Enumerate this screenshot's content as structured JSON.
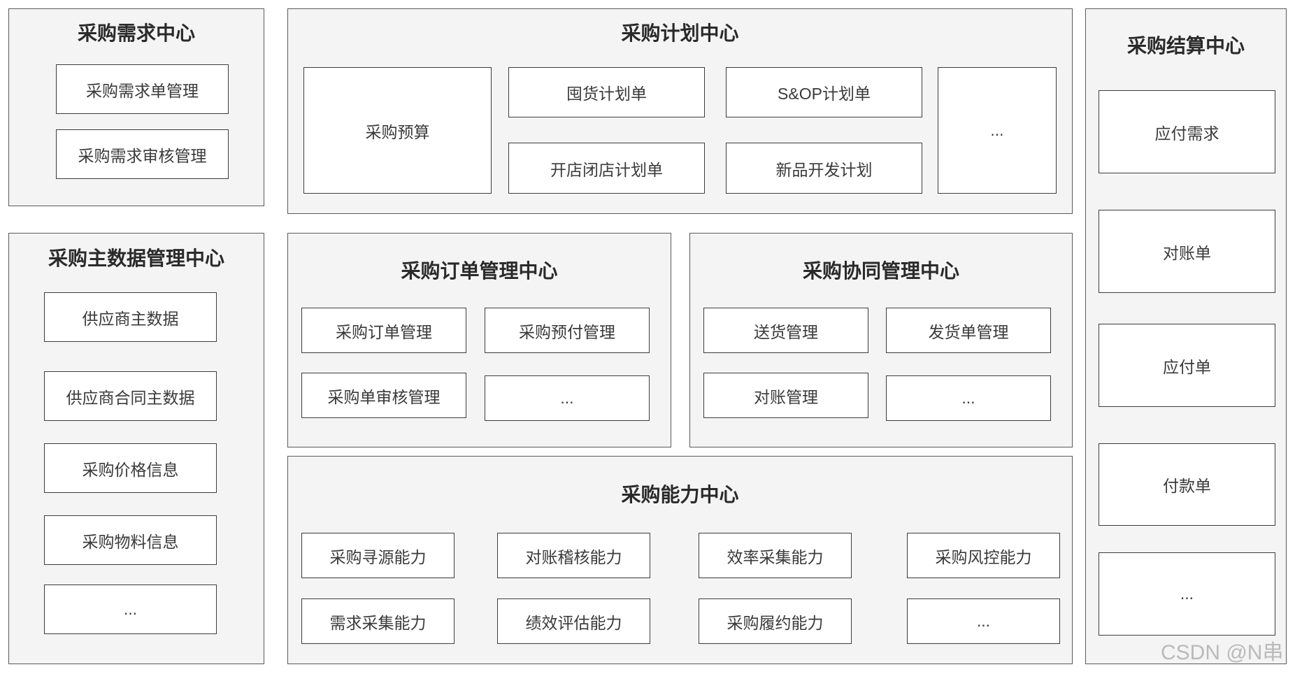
{
  "demand_center": {
    "title": "采购需求中心",
    "items": [
      "采购需求单管理",
      "采购需求审核管理"
    ]
  },
  "plan_center": {
    "title": "采购计划中心",
    "items": [
      "采购预算",
      "囤货计划单",
      "S&OP计划单",
      "...",
      "开店闭店计划单",
      "新品开发计划"
    ]
  },
  "settlement_center": {
    "title": "采购结算中心",
    "items": [
      "应付需求",
      "对账单",
      "应付单",
      "付款单",
      "..."
    ]
  },
  "master_data_center": {
    "title": "采购主数据管理中心",
    "items": [
      "供应商主数据",
      "供应商合同主数据",
      "采购价格信息",
      "采购物料信息",
      "..."
    ]
  },
  "order_center": {
    "title": "采购订单管理中心",
    "items": [
      "采购订单管理",
      "采购预付管理",
      "采购单审核管理",
      "..."
    ]
  },
  "collaboration_center": {
    "title": "采购协同管理中心",
    "items": [
      "送货管理",
      "发货单管理",
      "对账管理",
      "..."
    ]
  },
  "capability_center": {
    "title": "采购能力中心",
    "items": [
      "采购寻源能力",
      "对账稽核能力",
      "效率采集能力",
      "采购风控能力",
      "需求采集能力",
      "绩效评估能力",
      "采购履约能力",
      "..."
    ]
  },
  "watermark": "CSDN @N串",
  "colors": {
    "panel_fill": "#f4f4f4",
    "panel_border": "#5a5a5a",
    "box_fill": "#ffffff",
    "box_border": "#3c3c3c"
  }
}
